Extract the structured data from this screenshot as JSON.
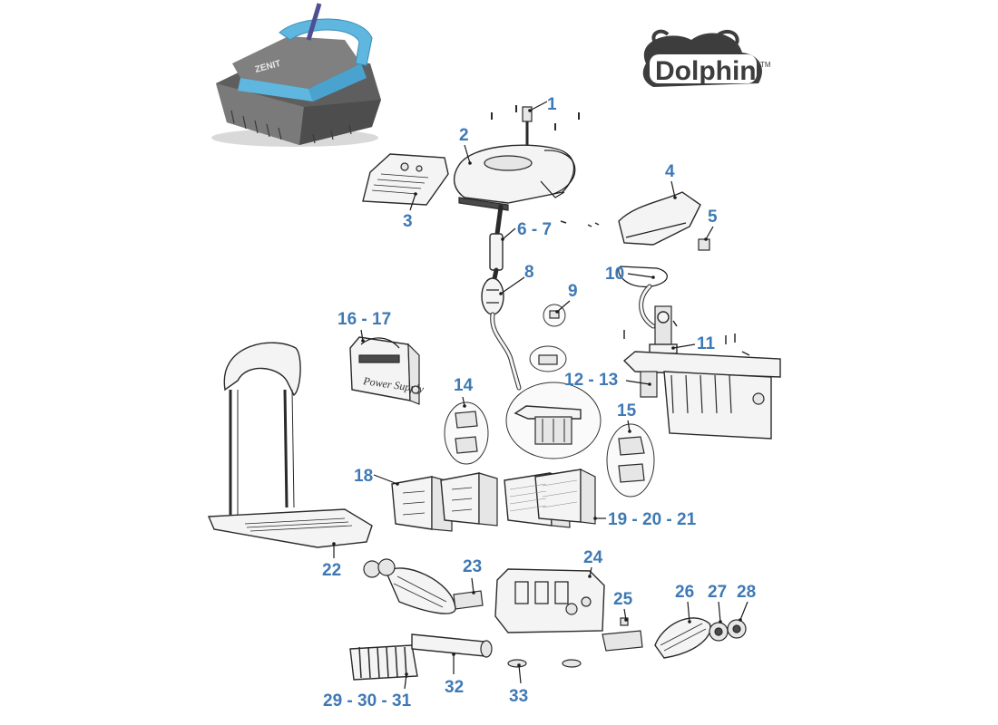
{
  "brand": {
    "logo_text": "Dolphin",
    "trademark": "TM",
    "product_badge": "ZENIT"
  },
  "power_supply_label": "Power Supply",
  "callouts": [
    {
      "id": "1",
      "label": "1"
    },
    {
      "id": "2",
      "label": "2"
    },
    {
      "id": "3",
      "label": "3"
    },
    {
      "id": "4",
      "label": "4"
    },
    {
      "id": "5",
      "label": "5"
    },
    {
      "id": "6-7",
      "label": "6 - 7"
    },
    {
      "id": "8",
      "label": "8"
    },
    {
      "id": "9",
      "label": "9"
    },
    {
      "id": "10",
      "label": "10"
    },
    {
      "id": "11",
      "label": "11"
    },
    {
      "id": "12-13",
      "label": "12 - 13"
    },
    {
      "id": "14",
      "label": "14"
    },
    {
      "id": "15",
      "label": "15"
    },
    {
      "id": "16-17",
      "label": "16 - 17"
    },
    {
      "id": "18",
      "label": "18"
    },
    {
      "id": "19-20-21",
      "label": "19 - 20 - 21"
    },
    {
      "id": "22",
      "label": "22"
    },
    {
      "id": "23",
      "label": "23"
    },
    {
      "id": "24",
      "label": "24"
    },
    {
      "id": "25",
      "label": "25"
    },
    {
      "id": "26",
      "label": "26"
    },
    {
      "id": "27",
      "label": "27"
    },
    {
      "id": "28",
      "label": "28"
    },
    {
      "id": "29-30-31",
      "label": "29 - 30 - 31"
    },
    {
      "id": "32",
      "label": "32"
    },
    {
      "id": "33",
      "label": "33"
    }
  ],
  "colors": {
    "callout": "#3f79b5",
    "robot_blue": "#5fb6df",
    "robot_body": "#6b6b6b"
  }
}
